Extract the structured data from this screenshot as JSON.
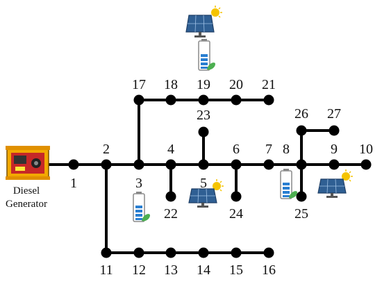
{
  "diagram": {
    "colors": {
      "line": "#000000",
      "node": "#000000",
      "panel": "#2f5f93",
      "panel_dark": "#1f3f66",
      "sun": "#f5c400",
      "battery_fill": "#2a7fd1",
      "leaf": "#4caf50",
      "generator_frame": "#f2a900",
      "generator_body": "#c62828"
    },
    "nodes": [
      {
        "id": "1",
        "label": "1"
      },
      {
        "id": "2",
        "label": "2"
      },
      {
        "id": "3",
        "label": "3"
      },
      {
        "id": "4",
        "label": "4"
      },
      {
        "id": "5",
        "label": "5"
      },
      {
        "id": "6",
        "label": "6"
      },
      {
        "id": "7",
        "label": "7"
      },
      {
        "id": "8",
        "label": "8"
      },
      {
        "id": "9",
        "label": "9"
      },
      {
        "id": "10",
        "label": "10"
      },
      {
        "id": "11",
        "label": "11"
      },
      {
        "id": "12",
        "label": "12"
      },
      {
        "id": "13",
        "label": "13"
      },
      {
        "id": "14",
        "label": "14"
      },
      {
        "id": "15",
        "label": "15"
      },
      {
        "id": "16",
        "label": "16"
      },
      {
        "id": "17",
        "label": "17"
      },
      {
        "id": "18",
        "label": "18"
      },
      {
        "id": "19",
        "label": "19"
      },
      {
        "id": "20",
        "label": "20"
      },
      {
        "id": "21",
        "label": "21"
      },
      {
        "id": "22",
        "label": "22"
      },
      {
        "id": "23",
        "label": "23"
      },
      {
        "id": "24",
        "label": "24"
      },
      {
        "id": "25",
        "label": "25"
      },
      {
        "id": "26",
        "label": "26"
      },
      {
        "id": "27",
        "label": "27"
      }
    ],
    "generator": {
      "line1": "Diesel",
      "line2": "Generator",
      "icon": "diesel-generator-icon"
    },
    "assets": [
      {
        "type": "solar-panel-icon",
        "attached_to": "19"
      },
      {
        "type": "battery-icon",
        "attached_to": "19"
      },
      {
        "type": "battery-icon",
        "attached_to": "3"
      },
      {
        "type": "solar-panel-icon",
        "attached_to": "5"
      },
      {
        "type": "battery-icon",
        "attached_to": "8"
      },
      {
        "type": "solar-panel-icon",
        "attached_to": "9"
      }
    ]
  }
}
